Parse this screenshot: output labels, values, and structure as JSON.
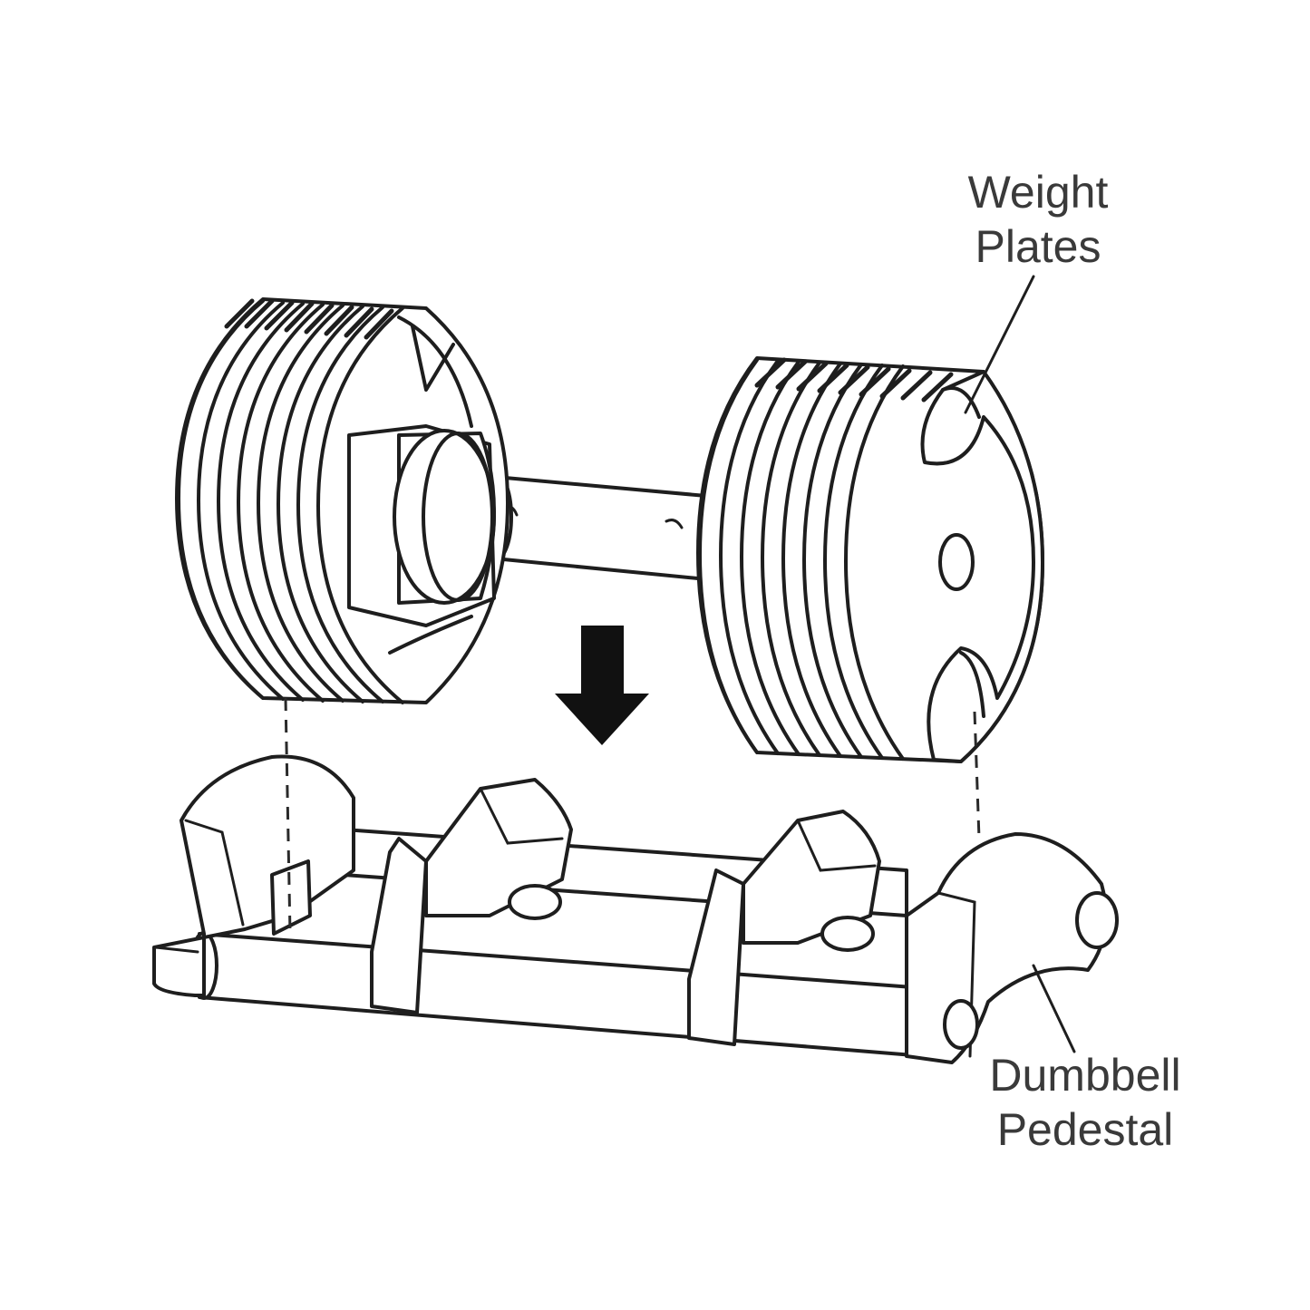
{
  "labels": {
    "weight_plates": {
      "line1": "Weight",
      "line2": "Plates"
    },
    "dumbbell_pedestal": {
      "line1": "Dumbbell",
      "line2": "Pedestal"
    }
  },
  "icons": {
    "direction": "down-arrow-icon"
  },
  "colors": {
    "line": "#1e1e1e",
    "background": "#ffffff",
    "label_text": "#3a3a3a"
  }
}
